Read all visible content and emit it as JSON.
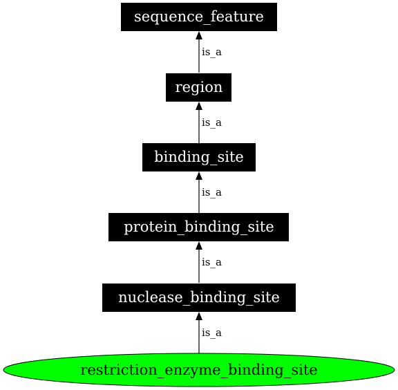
{
  "diagram": {
    "nodes": [
      {
        "id": "sequence_feature",
        "label": "sequence_feature",
        "shape": "box"
      },
      {
        "id": "region",
        "label": "region",
        "shape": "box"
      },
      {
        "id": "binding_site",
        "label": "binding_site",
        "shape": "box"
      },
      {
        "id": "protein_binding_site",
        "label": "protein_binding_site",
        "shape": "box"
      },
      {
        "id": "nuclease_binding_site",
        "label": "nuclease_binding_site",
        "shape": "box"
      },
      {
        "id": "restriction_enzyme_binding_site",
        "label": "restriction_enzyme_binding_site",
        "shape": "ellipse"
      }
    ],
    "edges": [
      {
        "from": "region",
        "to": "sequence_feature",
        "label": "is_a"
      },
      {
        "from": "binding_site",
        "to": "region",
        "label": "is_a"
      },
      {
        "from": "protein_binding_site",
        "to": "binding_site",
        "label": "is_a"
      },
      {
        "from": "nuclease_binding_site",
        "to": "protein_binding_site",
        "label": "is_a"
      },
      {
        "from": "restriction_enzyme_binding_site",
        "to": "nuclease_binding_site",
        "label": "is_a"
      }
    ]
  },
  "colors": {
    "box_fill": "#000000",
    "box_text": "#ffffff",
    "ellipse_fill": "#00ff00",
    "ellipse_stroke": "#000000",
    "ellipse_text": "#000000",
    "edge": "#000000"
  }
}
